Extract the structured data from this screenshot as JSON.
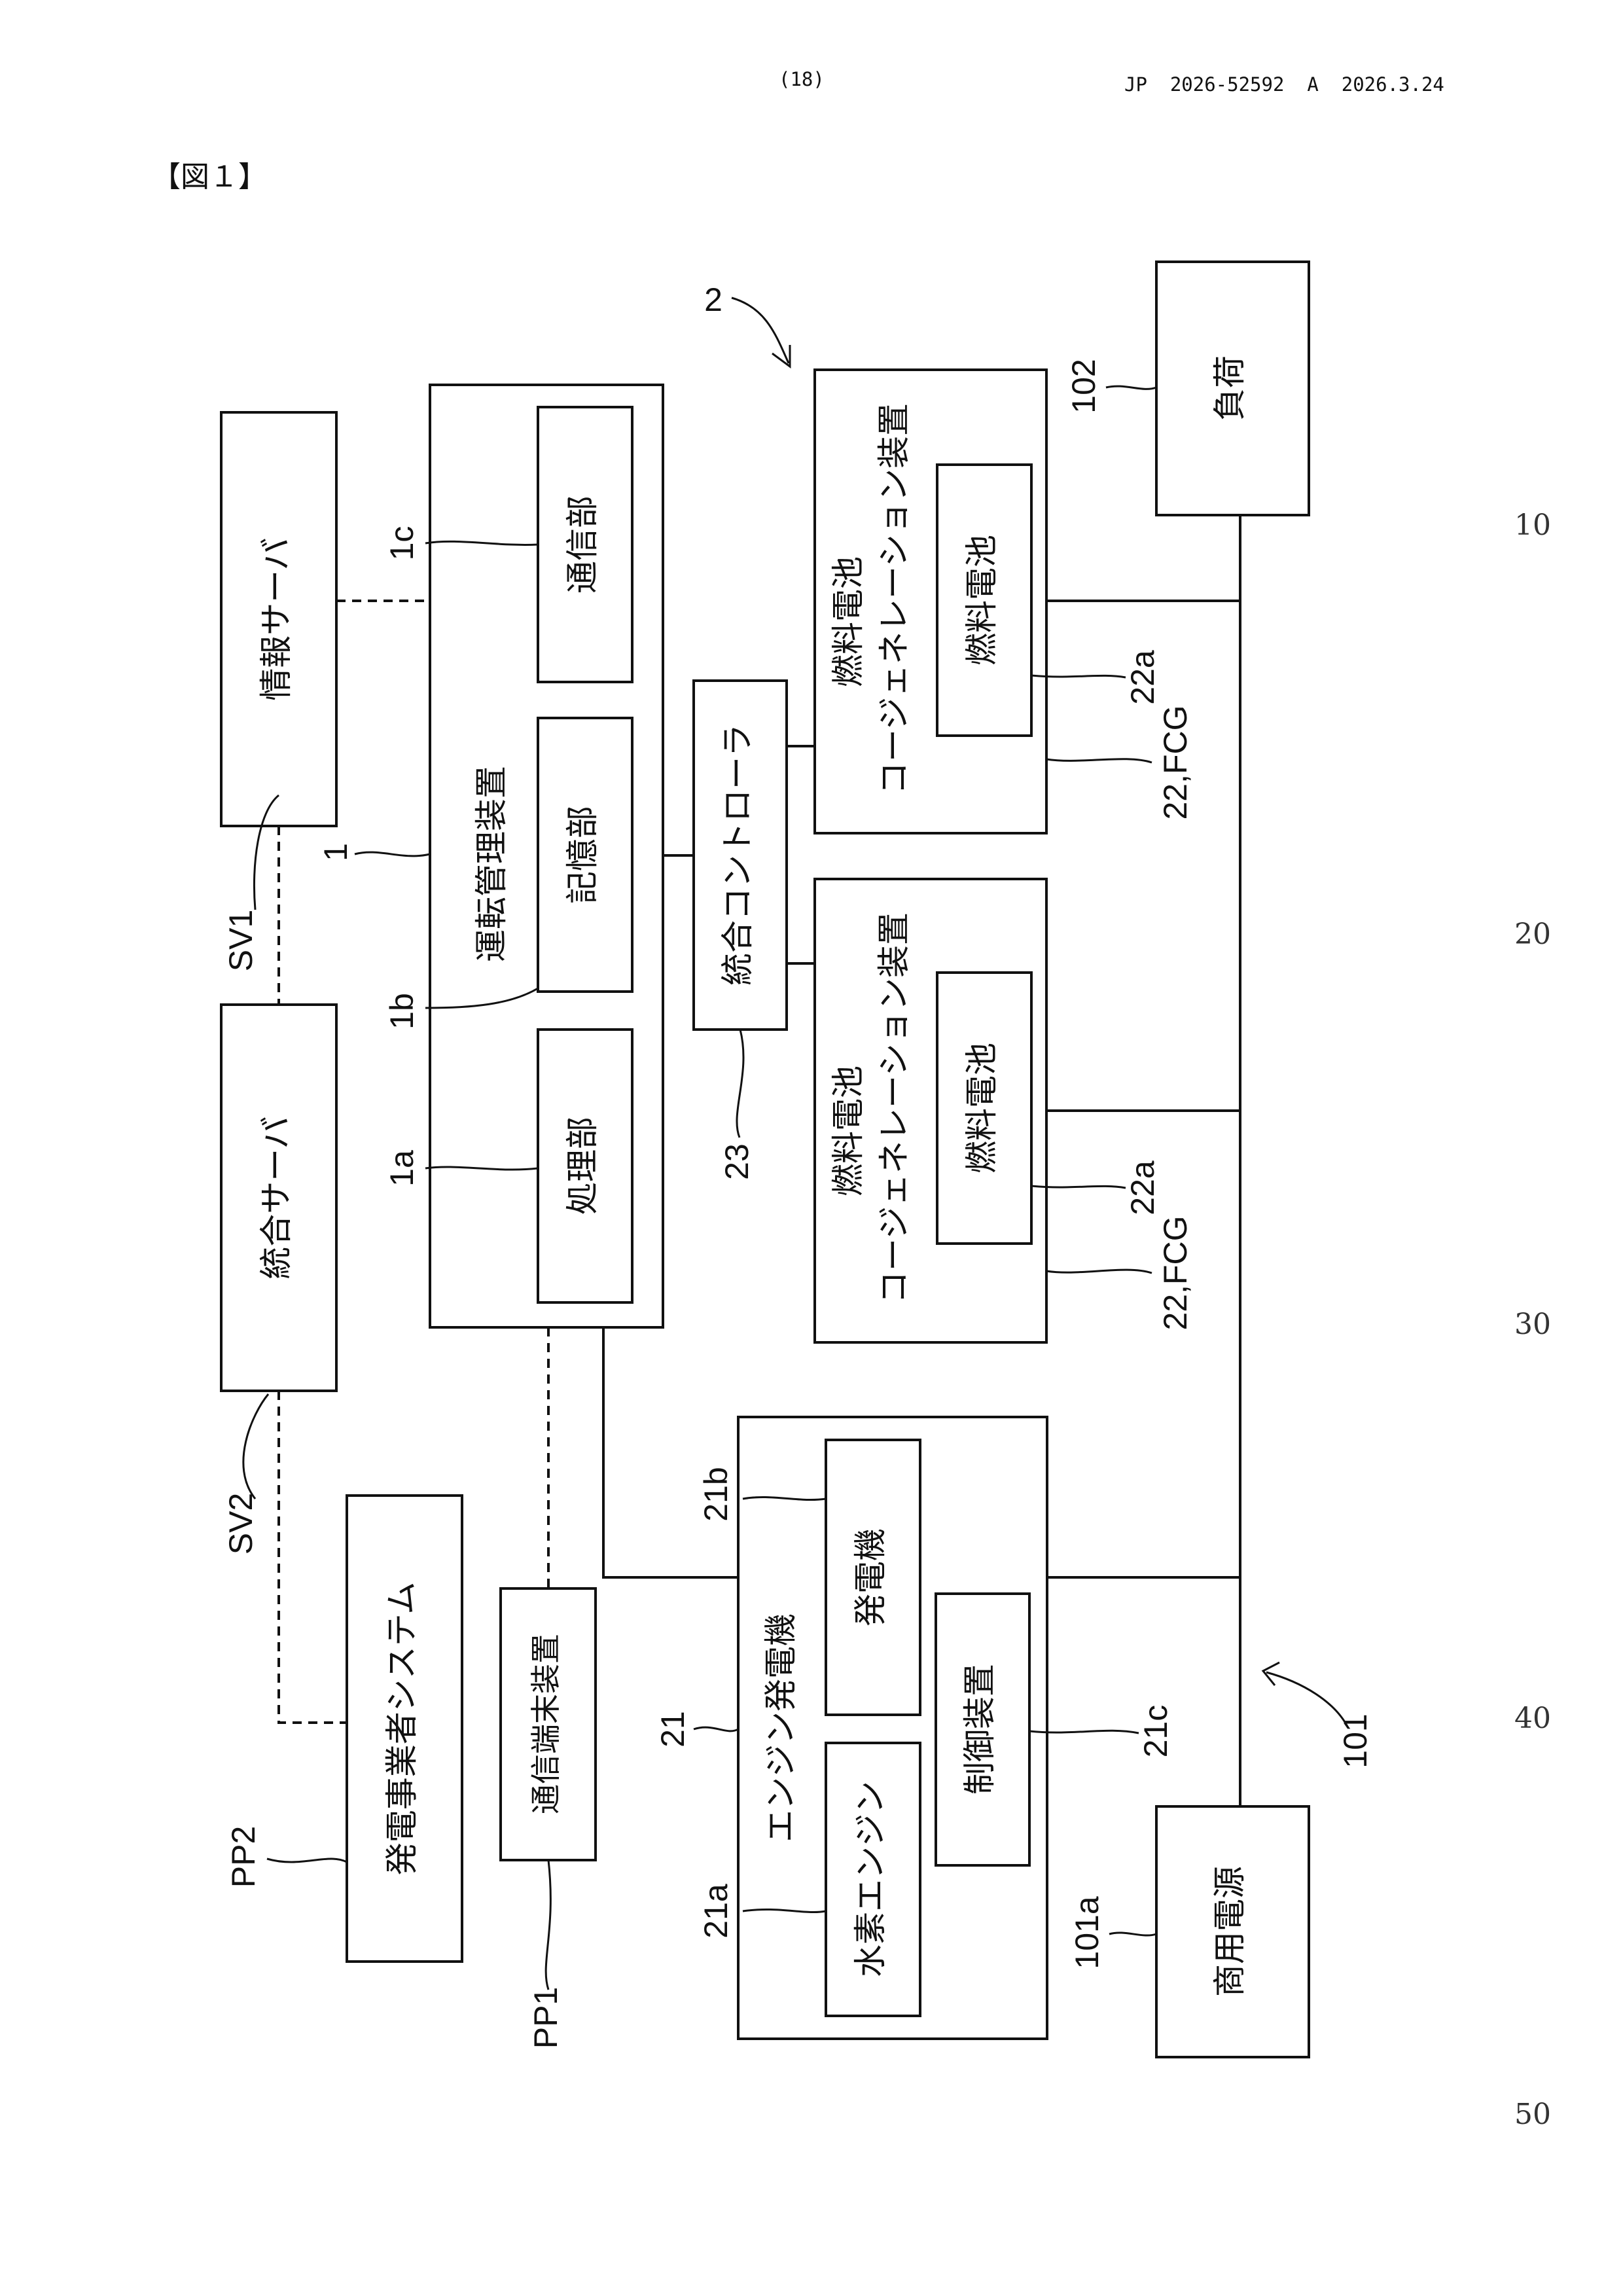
{
  "header": {
    "page_number": "(18)",
    "publication": "JP  2026-52592  A  2026.3.24"
  },
  "figure_label": "【図１】",
  "line_numbers": [
    "10",
    "20",
    "30",
    "40",
    "50"
  ],
  "blocks": {
    "info_server": "情報サーバ",
    "integrated_server": "統合サーバ",
    "power_operator_system": "発電事業者システム",
    "comm_terminal": "通信端末装置",
    "operation_mgmt_device": "運転管理装置",
    "comm_unit": "通信部",
    "storage_unit": "記憶部",
    "processing_unit": "処理部",
    "integrated_controller": "統合コントローラ",
    "fc_cogen_title_1": "燃料電池",
    "fc_cogen_title_2": "コージェネレーション装置",
    "fuel_cell": "燃料電池",
    "engine_generator": "エンジン発電機",
    "generator": "発電機",
    "control_device": "制御装置",
    "hydrogen_engine": "水素エンジン",
    "load": "負荷",
    "commercial_power": "商用電源"
  },
  "refs": {
    "r2": "2",
    "r1": "1",
    "r1a": "1a",
    "r1b": "1b",
    "r1c": "1c",
    "sv1": "SV1",
    "sv2": "SV2",
    "pp1": "PP1",
    "pp2": "PP2",
    "r23": "23",
    "r22a": "22a",
    "r22fcg": "22,FCG",
    "r21": "21",
    "r21a": "21a",
    "r21b": "21b",
    "r21c": "21c",
    "r101": "101",
    "r101a": "101a",
    "r102": "102"
  }
}
